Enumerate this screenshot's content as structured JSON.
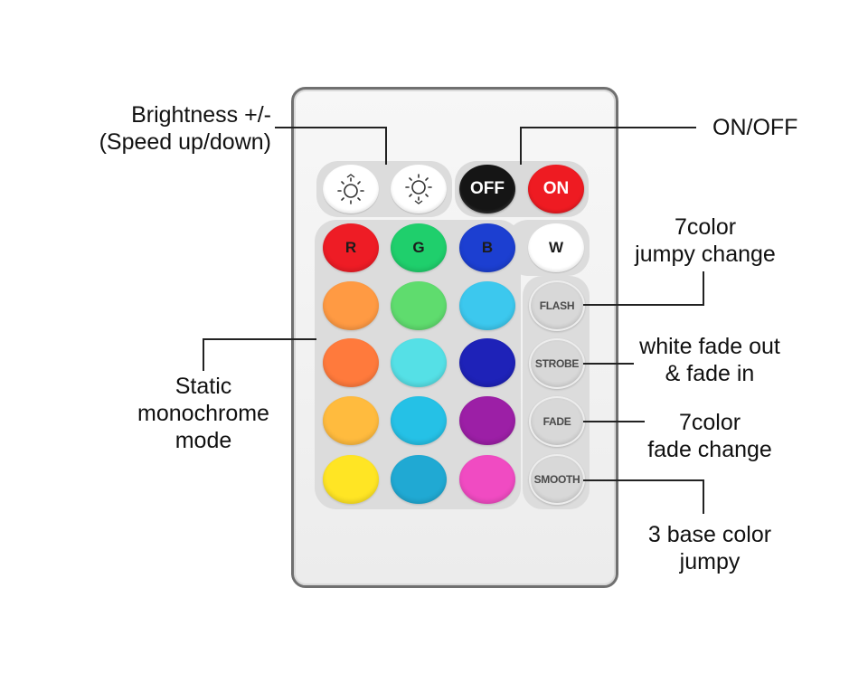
{
  "callouts": {
    "brightness_line1": "Brightness +/-",
    "brightness_line2": "(Speed up/down)",
    "onoff": "ON/OFF",
    "jumpy7_line1": "7color",
    "jumpy7_line2": "jumpy change",
    "static_line1": "Static",
    "static_line2": "monochrome",
    "static_line3": "mode",
    "whitefade_line1": "white fade out",
    "whitefade_line2": "& fade in",
    "fade7_line1": "7color",
    "fade7_line2": "fade change",
    "base3_line1": "3 base color",
    "base3_line2": "jumpy"
  },
  "remote": {
    "off_label": "OFF",
    "on_label": "ON",
    "r_label": "R",
    "g_label": "G",
    "b_label": "B",
    "w_label": "W",
    "flash_label": "FLASH",
    "strobe_label": "STROBE",
    "fade_label": "FADE",
    "smooth_label": "SMOOTH",
    "brightness_up_icon": "sun-up-icon",
    "brightness_down_icon": "sun-down-icon"
  },
  "colors": {
    "red": "#ee1c25",
    "green": "#1fcf6c",
    "blue": "#1c3fd1",
    "white": "#ffffff",
    "row2": [
      "#ff9a43",
      "#5fdc6e",
      "#3cc8ee"
    ],
    "row3": [
      "#ff7a3c",
      "#55e0e6",
      "#1e22b8"
    ],
    "row4": [
      "#ffbb3e",
      "#25c1e6",
      "#9c1fa6"
    ],
    "row5": [
      "#ffe524",
      "#20a9d3",
      "#f04bc2"
    ]
  }
}
